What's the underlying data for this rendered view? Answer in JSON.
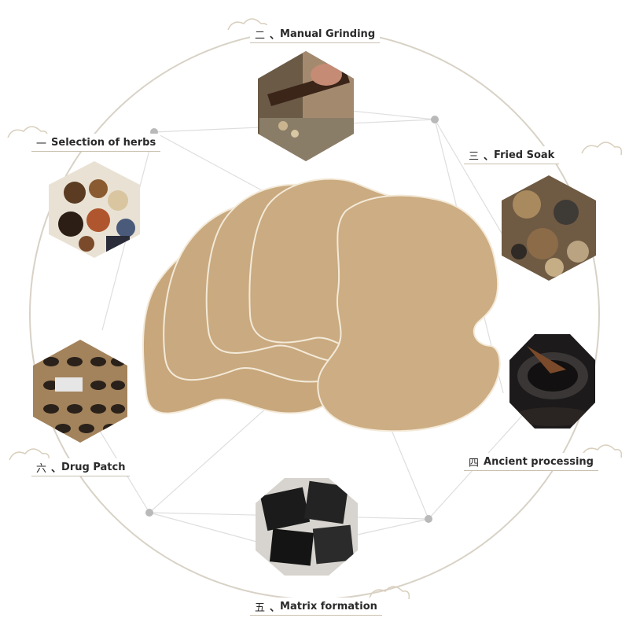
{
  "colors": {
    "circle": "#d8d2c6",
    "line": "#dcdcdc",
    "dot": "#b9b9b9",
    "patch_fill": "#c9a97e",
    "patch_stroke": "#f3ead9",
    "label_underline": "#c9c0b0",
    "cloud": "#d9cfbd"
  },
  "steps": [
    {
      "num": "一",
      "sep": "",
      "text": "Selection of herbs",
      "image": "herb-ingredients-photo"
    },
    {
      "num": "二",
      "sep": "、",
      "text": "Manual Grinding",
      "image": "hand-grinding-photo"
    },
    {
      "num": "三",
      "sep": "、",
      "text": "Fried Soak",
      "image": "fried-soak-herbs-photo"
    },
    {
      "num": "四",
      "sep": "",
      "text": "Ancient processing",
      "image": "ancient-processing-pot-photo"
    },
    {
      "num": "五",
      "sep": "、",
      "text": "Matrix formation",
      "image": "matrix-formation-photo"
    },
    {
      "num": "六",
      "sep": "、",
      "text": "Drug Patch",
      "image": "drug-patch-mold-photo"
    }
  ]
}
